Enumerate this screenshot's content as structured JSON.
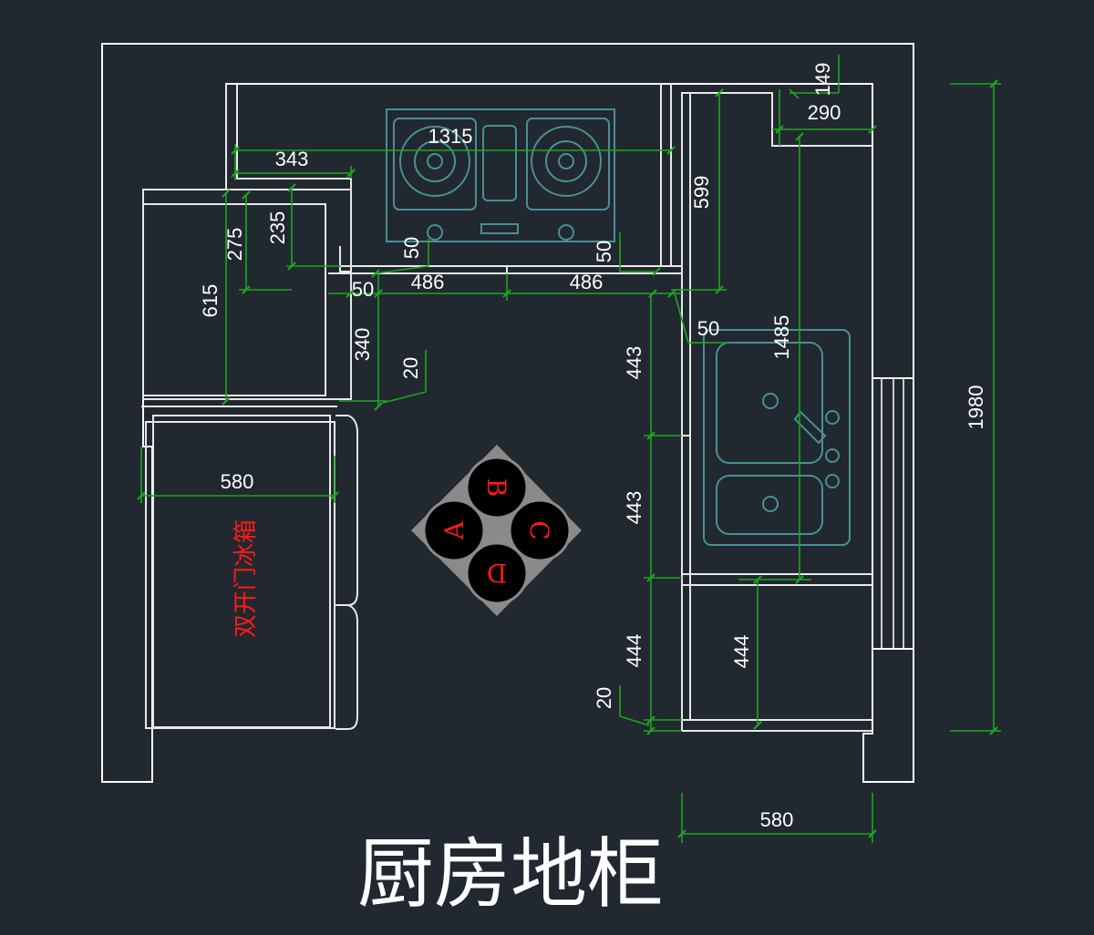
{
  "title": "厨房地柜",
  "fridge_label": "双开门冰箱",
  "zone_letters": [
    "A",
    "B",
    "C",
    "D"
  ],
  "dimensions": {
    "d343": "343",
    "d1315": "1315",
    "d149": "149",
    "d290": "290",
    "d599": "599",
    "d275": "275",
    "d235": "235",
    "d615": "615",
    "d50a": "50",
    "d50b": "50",
    "d50c": "50",
    "d50d": "50",
    "d486a": "486",
    "d486b": "486",
    "d340": "340",
    "d20a": "20",
    "d1485": "1485",
    "d443a": "443",
    "d443b": "443",
    "d444a": "444",
    "d444b": "444",
    "d20b": "20",
    "d580a": "580",
    "d580b": "580",
    "d1980": "1980"
  },
  "colors": {
    "background": "#212830",
    "dimension_line": "#1fa51f",
    "appliance": "#4a8f95",
    "label": "#ff1a1a",
    "wall": "#ffffff"
  }
}
